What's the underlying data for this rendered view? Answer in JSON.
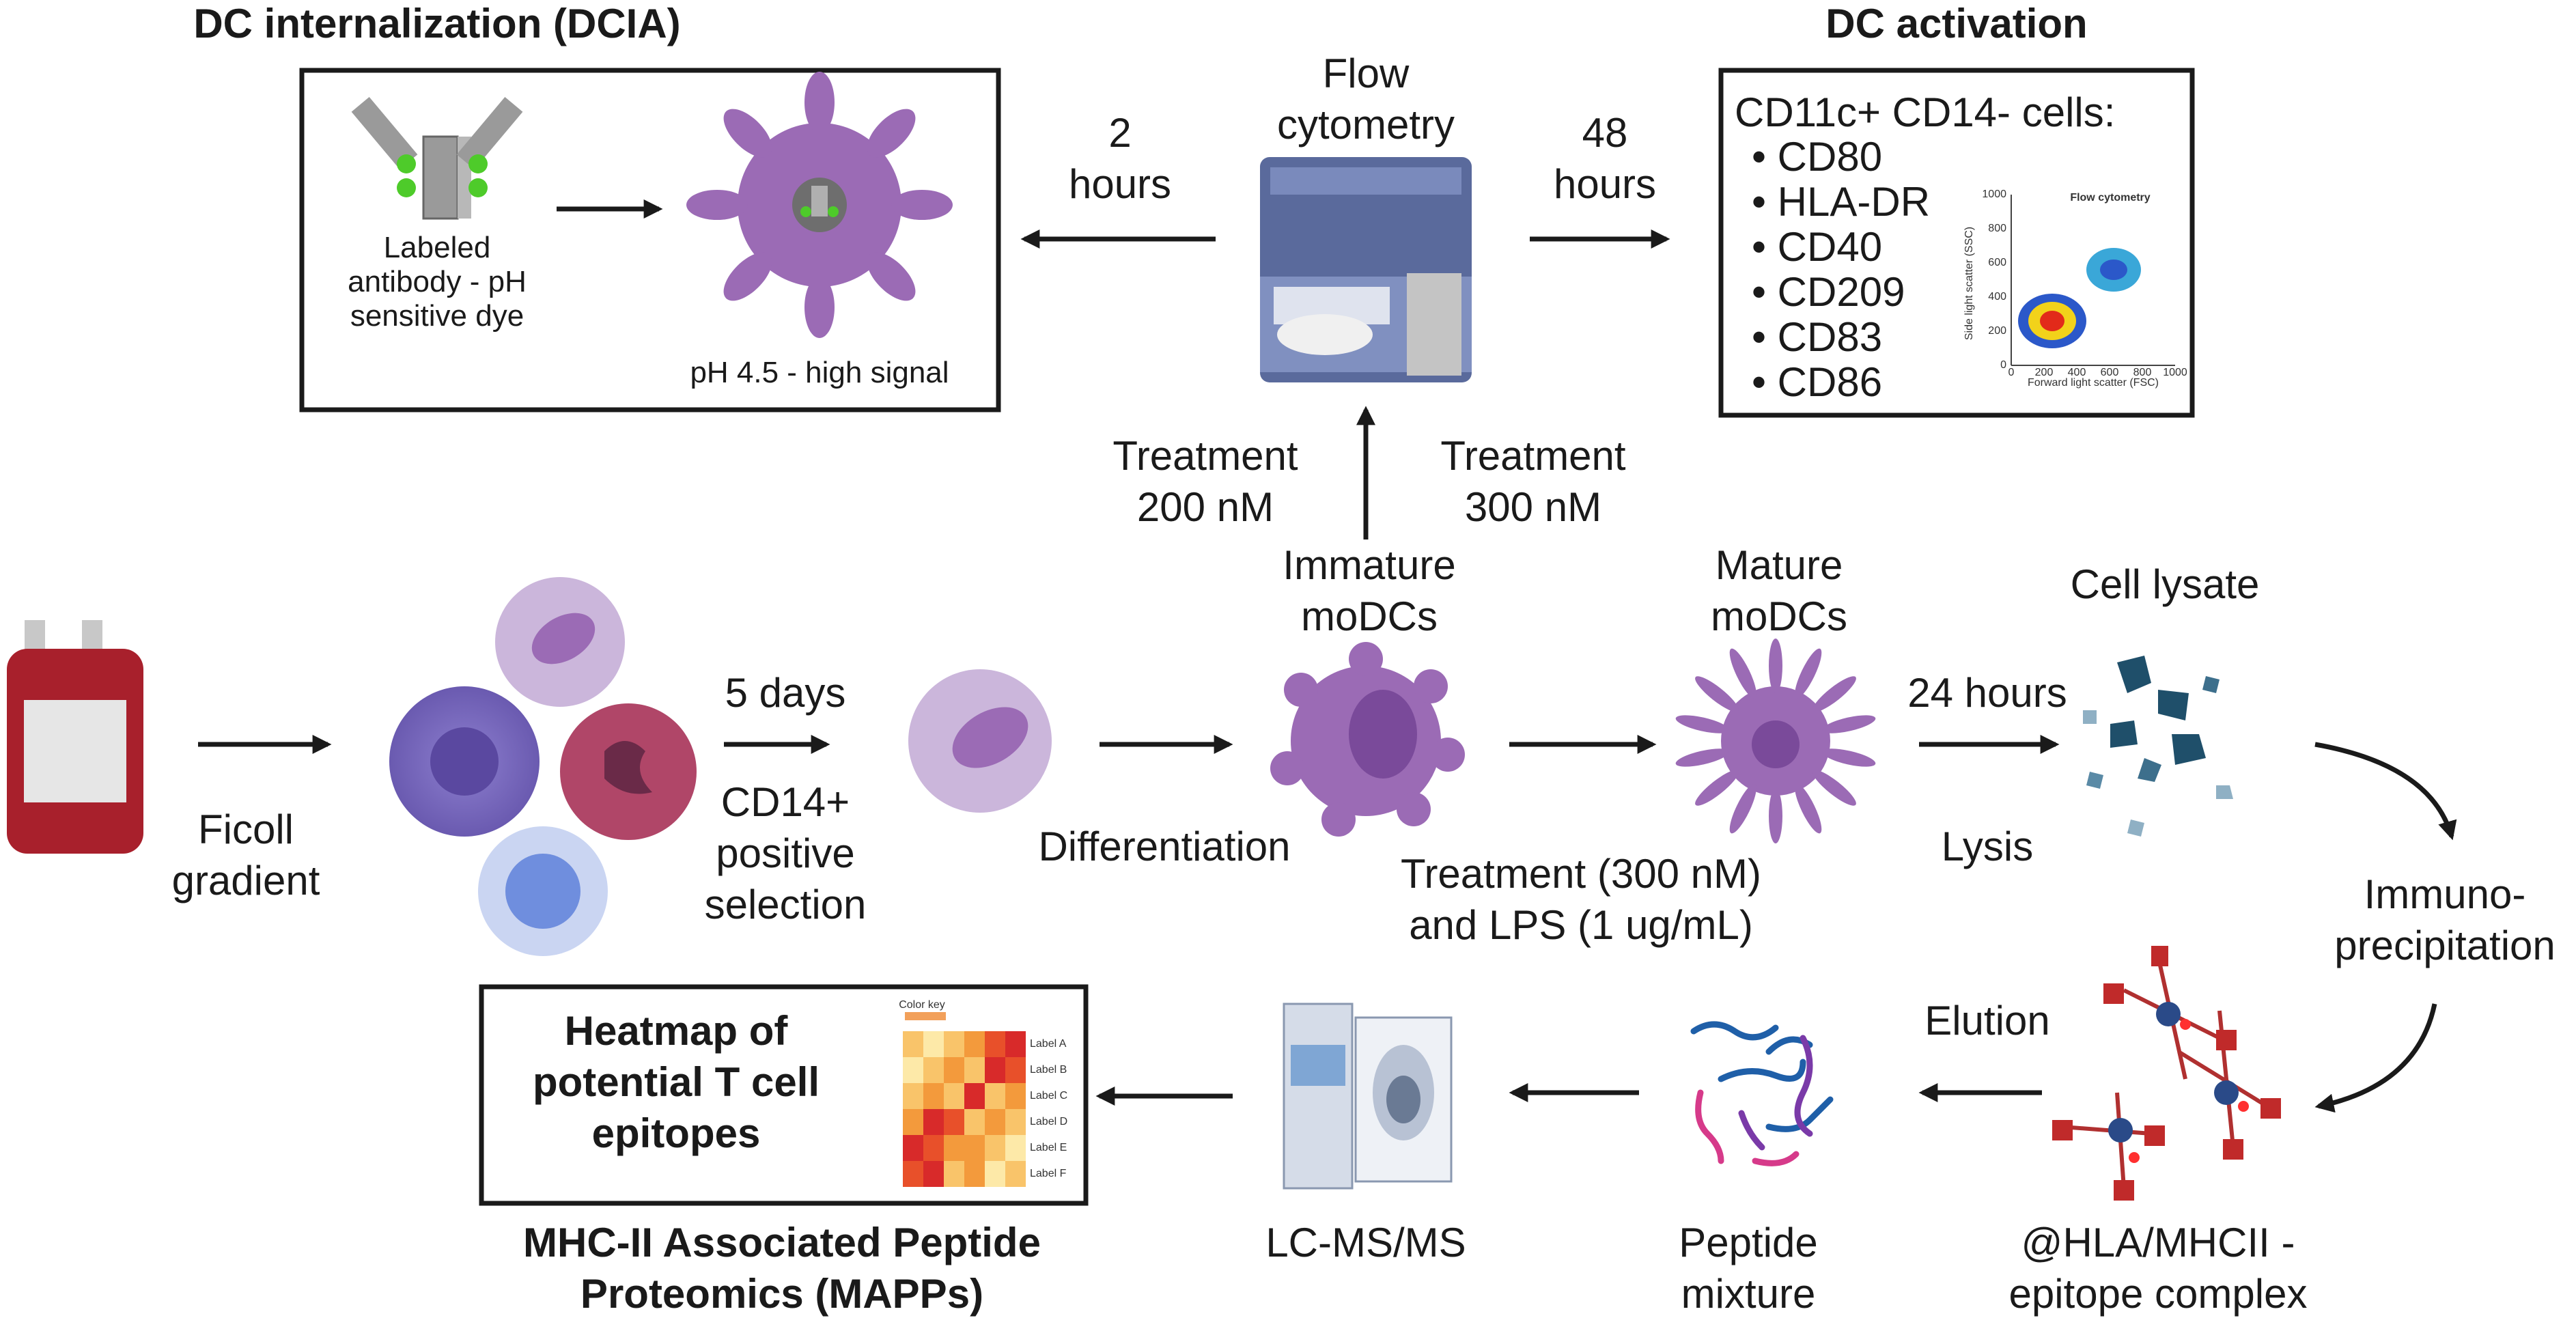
{
  "top_left_panel": {
    "title": "DC internalization (DCIA)",
    "antibody_label_line1": "Labeled",
    "antibody_label_line2": "antibody - pH",
    "antibody_label_line3": "sensitive dye",
    "signal_label": "pH 4.5 - high signal"
  },
  "flow_cytometry": {
    "label_line1": "Flow",
    "label_line2": "cytometry",
    "left_time_line1": "2",
    "left_time_line2": "hours",
    "right_time_line1": "48",
    "right_time_line2": "hours",
    "treatment_left_line1": "Treatment",
    "treatment_left_line2": "200 nM",
    "treatment_right_line1": "Treatment",
    "treatment_right_line2": "300 nM"
  },
  "top_right_panel": {
    "title": "DC activation",
    "header": "CD11c+ CD14- cells:",
    "markers": [
      "CD80",
      "HLA-DR",
      "CD40",
      "CD209",
      "CD83",
      "CD86"
    ],
    "plot_title": "Flow cytometry",
    "plot_xlabel": "Forward light scatter (FSC)",
    "plot_ylabel": "Side light scatter (SSC)",
    "plot_xticks": [
      "0",
      "200",
      "400",
      "600",
      "800",
      "1000"
    ],
    "plot_yticks": [
      "0",
      "200",
      "400",
      "600",
      "800",
      "1000"
    ]
  },
  "middle_row": {
    "ficoll_line1": "Ficoll",
    "ficoll_line2": "gradient",
    "days": "5 days",
    "selection_line1": "CD14+",
    "selection_line2": "positive",
    "selection_line3": "selection",
    "differentiation": "Differentiation",
    "immature_line1": "Immature",
    "immature_line2": "moDCs",
    "mature_line1": "Mature",
    "mature_line2": "moDCs",
    "treatment_lps_line1": "Treatment (300 nM)",
    "treatment_lps_line2": "and LPS (1 ug/mL)",
    "lysis_time": "24 hours",
    "lysis": "Lysis",
    "cell_lysate": "Cell lysate",
    "immuno_line1": "Immuno-",
    "immuno_line2": "precipitation"
  },
  "bottom_row": {
    "elution": "Elution",
    "complex_line1": "@HLA/MHCII -",
    "complex_line2": "epitope complex",
    "peptide_line1": "Peptide",
    "peptide_line2": "mixture",
    "lcms": "LC-MS/MS",
    "heatmap_line1": "Heatmap of",
    "heatmap_line2": "potential T cell",
    "heatmap_line3": "epitopes",
    "heatmap_colorkey": "Color key",
    "heatmap_rows": [
      "Label A",
      "Label B",
      "Label C",
      "Label D",
      "Label E",
      "Label F"
    ],
    "mapps_line1": "MHC-II Associated Peptide",
    "mapps_line2": "Proteomics (MAPPs)"
  },
  "colors": {
    "cell_purple": "#9b6bb5",
    "nucleus_purple": "#7a4a9a",
    "blood_red": "#a8202c",
    "machine_blue": "#4a5a8a",
    "peptide_blue": "#1f5fa8",
    "peptide_pink": "#d63a8a",
    "peptide_purple": "#7a3aa8"
  }
}
